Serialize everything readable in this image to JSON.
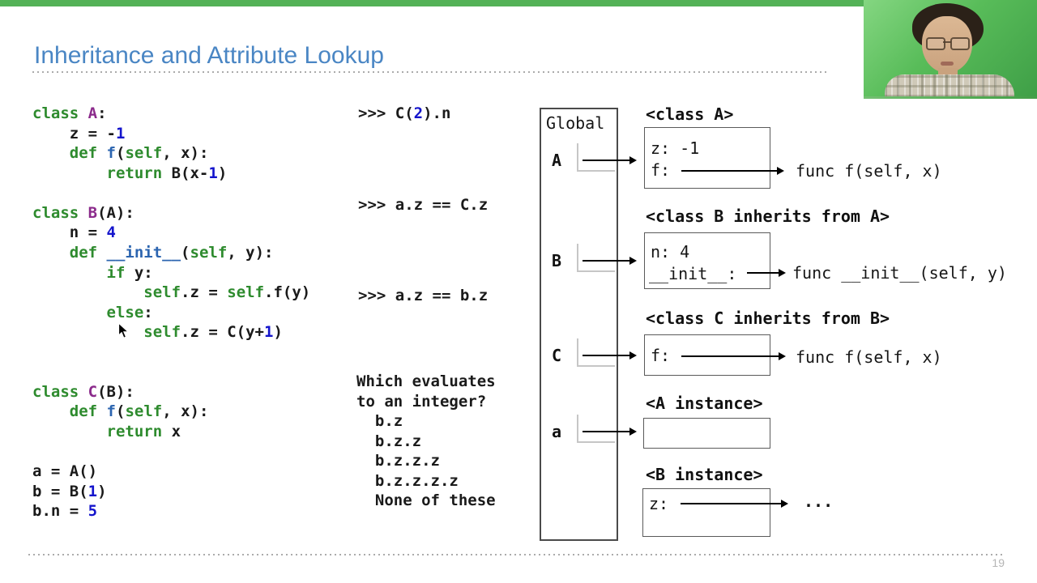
{
  "title": "Inheritance and Attribute Lookup",
  "page_number": "19",
  "colors": {
    "top_bar": "#54b257",
    "title": "#4a86c4",
    "keyword_green": "#2e8b2e",
    "class_name_purple": "#8b2a8b",
    "def_name_blue": "#2c65b0",
    "number_blue": "#1414cc"
  },
  "code": {
    "lines": [
      [
        [
          "kw",
          "class "
        ],
        [
          "cls",
          "A"
        ],
        [
          "plain",
          ":"
        ]
      ],
      [
        [
          "plain",
          "    z = -"
        ],
        [
          "num",
          "1"
        ]
      ],
      [
        [
          "plain",
          "    "
        ],
        [
          "kw",
          "def "
        ],
        [
          "def",
          "f"
        ],
        [
          "plain",
          "("
        ],
        [
          "kw",
          "self"
        ],
        [
          "plain",
          ", x):"
        ]
      ],
      [
        [
          "plain",
          "        "
        ],
        [
          "kw",
          "return "
        ],
        [
          "plain",
          "B(x-"
        ],
        [
          "num",
          "1"
        ],
        [
          "plain",
          ")"
        ]
      ],
      [],
      [
        [
          "kw",
          "class "
        ],
        [
          "cls",
          "B"
        ],
        [
          "plain",
          "(A):"
        ]
      ],
      [
        [
          "plain",
          "    n = "
        ],
        [
          "num",
          "4"
        ]
      ],
      [
        [
          "plain",
          "    "
        ],
        [
          "kw",
          "def "
        ],
        [
          "def",
          "__init__"
        ],
        [
          "plain",
          "("
        ],
        [
          "kw",
          "self"
        ],
        [
          "plain",
          ", y):"
        ]
      ],
      [
        [
          "plain",
          "        "
        ],
        [
          "kw",
          "if "
        ],
        [
          "plain",
          "y:"
        ]
      ],
      [
        [
          "plain",
          "            "
        ],
        [
          "kw",
          "self"
        ],
        [
          "plain",
          ".z = "
        ],
        [
          "kw",
          "self"
        ],
        [
          "plain",
          ".f(y)"
        ]
      ],
      [
        [
          "plain",
          "        "
        ],
        [
          "kw",
          "else"
        ],
        [
          "plain",
          ":"
        ]
      ],
      [
        [
          "plain",
          "            "
        ],
        [
          "kw",
          "self"
        ],
        [
          "plain",
          ".z = C(y+"
        ],
        [
          "num",
          "1"
        ],
        [
          "plain",
          ")"
        ]
      ],
      [],
      [],
      [
        [
          "kw",
          "class "
        ],
        [
          "cls",
          "C"
        ],
        [
          "plain",
          "(B):"
        ]
      ],
      [
        [
          "plain",
          "    "
        ],
        [
          "kw",
          "def "
        ],
        [
          "def",
          "f"
        ],
        [
          "plain",
          "("
        ],
        [
          "kw",
          "self"
        ],
        [
          "plain",
          ", x):"
        ]
      ],
      [
        [
          "plain",
          "        "
        ],
        [
          "kw",
          "return "
        ],
        [
          "plain",
          "x"
        ]
      ],
      [],
      [
        [
          "plain",
          "a = A()"
        ]
      ],
      [
        [
          "plain",
          "b = B("
        ],
        [
          "num",
          "1"
        ],
        [
          "plain",
          ")"
        ]
      ],
      [
        [
          "plain",
          "b.n = "
        ],
        [
          "num",
          "5"
        ]
      ]
    ]
  },
  "repl": {
    "prompt1": [
      [
        [
          "plain",
          ">>> C("
        ],
        [
          "num",
          "2"
        ],
        [
          "plain",
          ").n"
        ]
      ]
    ],
    "prompt2": [
      [
        [
          "plain",
          ">>> a.z == C.z"
        ]
      ]
    ],
    "prompt3": [
      [
        [
          "plain",
          ">>> a.z == b.z"
        ]
      ]
    ]
  },
  "question": {
    "lines": [
      [
        [
          "plain",
          "Which evaluates"
        ]
      ],
      [
        [
          "plain",
          "to an integer?"
        ]
      ],
      [
        [
          "plain",
          "  b.z"
        ]
      ],
      [
        [
          "plain",
          "  b.z.z"
        ]
      ],
      [
        [
          "plain",
          "  b.z.z.z"
        ]
      ],
      [
        [
          "plain",
          "  b.z.z.z.z"
        ]
      ],
      [
        [
          "plain",
          "  None of these"
        ]
      ]
    ]
  },
  "diagram": {
    "frame_label": "Global",
    "vars": [
      {
        "name": "A"
      },
      {
        "name": "B"
      },
      {
        "name": "C"
      },
      {
        "name": "a"
      }
    ],
    "sections": [
      {
        "header": "<class A>"
      },
      {
        "header": "<class B inherits from A>"
      },
      {
        "header": "<class C inherits from B>"
      },
      {
        "header": "<A instance>"
      },
      {
        "header": "<B instance>"
      }
    ],
    "boxA": {
      "row1": "z: -1",
      "row2": "f:",
      "func": "func f(self, x)"
    },
    "boxB": {
      "row1": "n: 4",
      "row2": "__init__:",
      "func": "func __init__(self, y)"
    },
    "boxC": {
      "row1": "f:",
      "func": "func f(self, x)"
    },
    "boxBinst": {
      "row1": "z:",
      "value": "..."
    }
  }
}
